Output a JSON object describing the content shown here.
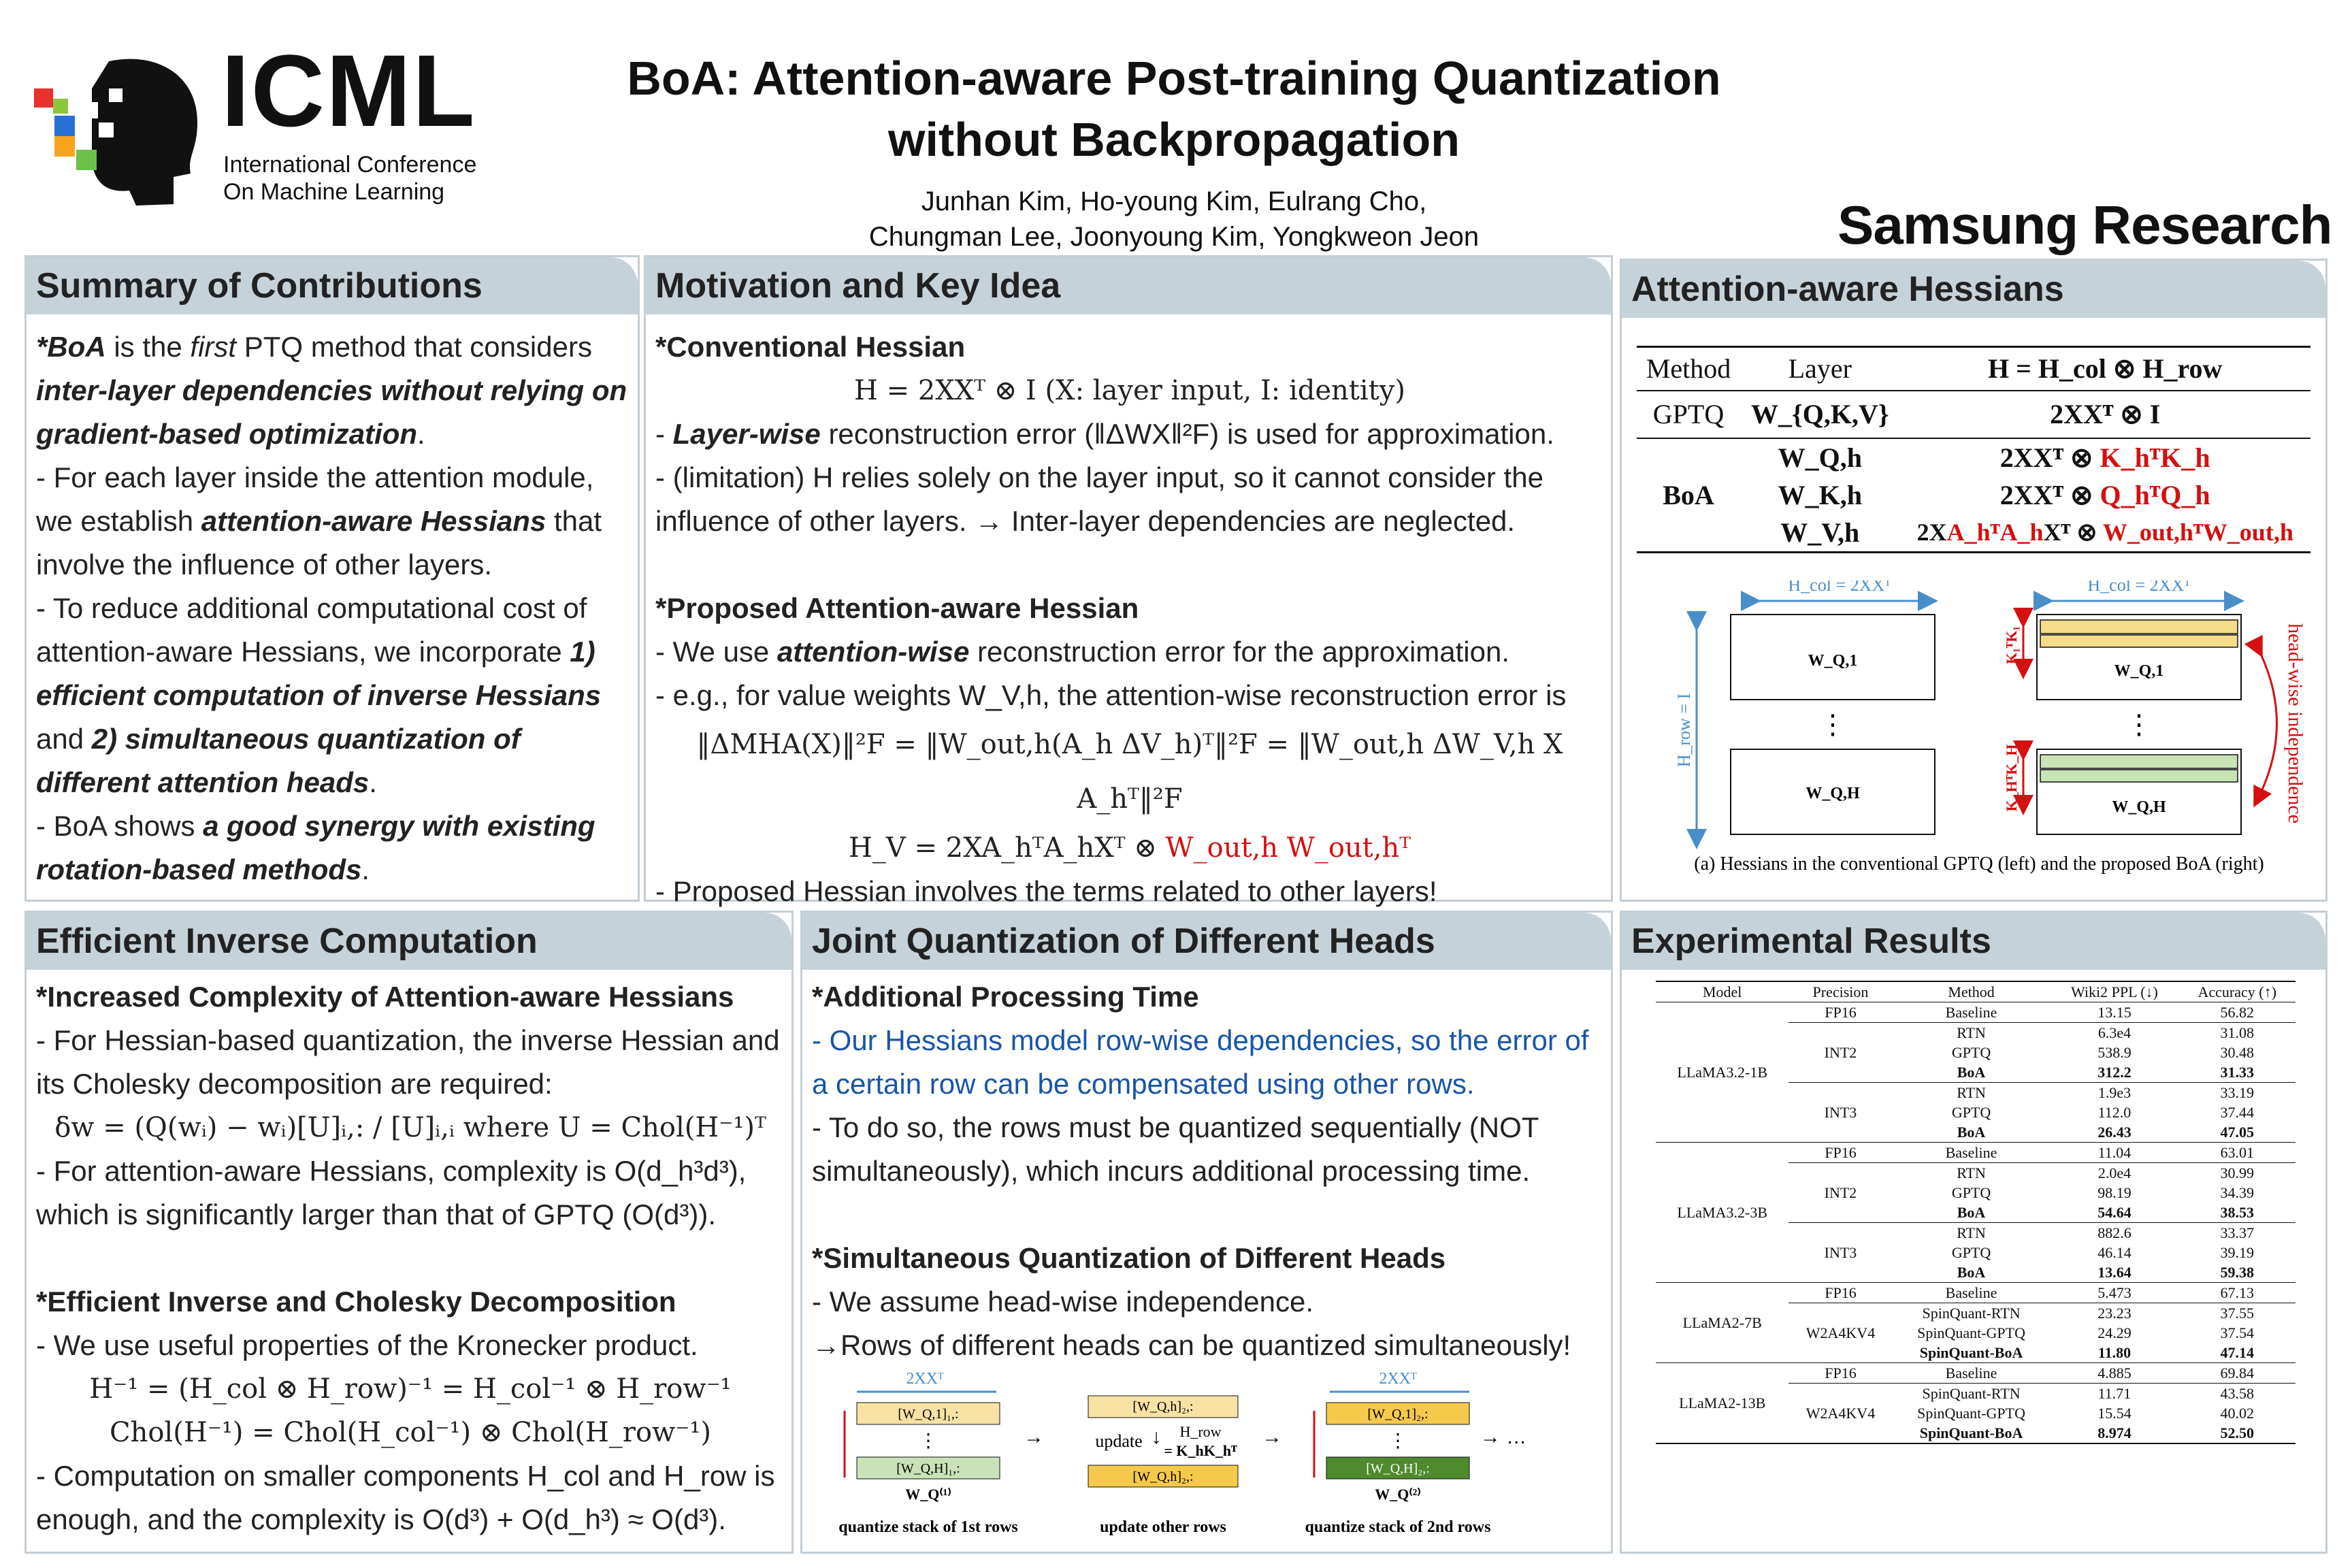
{
  "header": {
    "logo_word": "ICML",
    "logo_sub1": "International Conference",
    "logo_sub2": "On Machine Learning",
    "title_line1": "BoA: Attention-aware Post-training Quantization",
    "title_line2": "without Backpropagation",
    "authors_line1": "Junhan Kim, Ho-young Kim, Eulrang Cho,",
    "authors_line2": "Chungman Lee, Joonyoung Kim, Yongkweon Jeon",
    "affiliation": "Samsung Research"
  },
  "summary": {
    "title": "Summary of Contributions",
    "p1_a": "*BoA",
    "p1_b": " is the ",
    "p1_c": "first",
    "p1_d": " PTQ method that considers ",
    "p1_e": "inter-layer dependencies without relying on gradient-based optimization",
    "p1_f": ".",
    "p2_a": " - For each layer inside the attention module, we establish ",
    "p2_b": "attention-aware Hessians",
    "p2_c": " that involve the influence of other layers.",
    "p3_a": " - To reduce additional computational cost of attention-aware Hessians, we incorporate ",
    "p3_b": "1) efficient computation of inverse Hessians",
    "p3_c": " and ",
    "p3_d": "2) simultaneous quantization of different attention heads",
    "p3_e": ".",
    "p4_a": " - BoA shows ",
    "p4_b": "a good synergy with existing rotation-based methods",
    "p4_c": "."
  },
  "motivation": {
    "title": "Motivation and Key Idea",
    "h1": "*Conventional Hessian",
    "eq1": "H = 2XXᵀ ⊗ I   (X: layer input, I: identity)",
    "l1_a": " - ",
    "l1_b": "Layer-wise",
    "l1_c": " reconstruction error (‖ΔWX‖²F) is used for approximation.",
    "l2": " - (limitation) H relies solely on the layer input, so it cannot consider the influence of other layers. → Inter-layer dependencies are neglected.",
    "h2": "*Proposed Attention-aware Hessian",
    "l3_a": " - We use ",
    "l3_b": "attention-wise",
    "l3_c": " reconstruction error for the approximation.",
    "l4": " - e.g., for value weights W_V,h, the attention-wise reconstruction error is",
    "eq2": "‖ΔMHA(X)‖²F = ‖W_out,h(A_h ΔV_h)ᵀ‖²F = ‖W_out,h ΔW_V,h X A_hᵀ‖²F",
    "eq3_a": "H_V = 2XA_hᵀA_hXᵀ ⊗ ",
    "eq3_b": "W_out,h W_out,hᵀ",
    "l5": " - Proposed Hessian involves the terms related to other layers!"
  },
  "hessians": {
    "title": "Attention-aware Hessians",
    "col_method": "Method",
    "col_layer": "Layer",
    "col_h": "H = H_col ⊗ H_row",
    "gptq": "GPTQ",
    "gptq_layer": "W_{Q,K,V}",
    "gptq_h": "2XXᵀ ⊗ I",
    "boa": "BoA",
    "rows": [
      {
        "layer": "W_Q,h",
        "a": "2XXᵀ ⊗ ",
        "b": "K_hᵀK_h"
      },
      {
        "layer": "W_K,h",
        "a": "2XXᵀ ⊗ ",
        "b": "Q_hᵀQ_h"
      },
      {
        "layer": "W_V,h",
        "a": "2X",
        "b": "A_hᵀA_h",
        "c": "Xᵀ ⊗ ",
        "d": "W_out,hᵀW_out,h"
      }
    ],
    "hcol_label": "H_col = 2XXᵀ",
    "hrow_label": "H_row = I",
    "wq1": "W_Q,1",
    "wqh": "W_Q,H",
    "k1": "K₁ᵀK₁",
    "kh": "K_HᵀK_H",
    "dots": "⋮",
    "headwise": "head-wise independence",
    "caption": "(a) Hessians in the conventional GPTQ (left) and the proposed BoA (right)"
  },
  "inverse": {
    "title": "Efficient Inverse Computation",
    "h1": "*Increased Complexity of Attention-aware Hessians",
    "l1": " - For Hessian-based quantization, the inverse Hessian and its Cholesky decomposition are required:",
    "eq1": "δw = (Q(wᵢ) − wᵢ)[U]ᵢ,: / [U]ᵢ,ᵢ  where  U = Chol(H⁻¹)ᵀ",
    "l2": " - For attention-aware Hessians, complexity is O(d_h³d³), which is significantly larger than that of GPTQ (O(d³)).",
    "h2": "*Efficient Inverse and Cholesky Decomposition",
    "l3": " - We use useful properties of the Kronecker product.",
    "eq2": "H⁻¹ = (H_col ⊗ H_row)⁻¹ = H_col⁻¹ ⊗ H_row⁻¹",
    "eq3": "Chol(H⁻¹) = Chol(H_col⁻¹) ⊗ Chol(H_row⁻¹)",
    "l4": " - Computation on smaller components H_col and H_row is enough, and the complexity is O(d³) + O(d_h³) ≈ O(d³)."
  },
  "joint": {
    "title": "Joint Quantization of Different Heads",
    "h1": "*Additional Processing Time",
    "l1": " - Our Hessians model row-wise dependencies, so the error of a certain row can be compensated using other rows.",
    "l2": " - To do so, the rows must be quantized sequentially (NOT simultaneously), which incurs additional processing time.",
    "h2": "*Simultaneous Quantization of Different Heads",
    "l3": " - We assume head-wise independence.",
    "l4": "→Rows of different heads can be quantized simultaneously!",
    "fig_2xx": "2XXᵀ",
    "fig_w1": "[W_Q,1]₁,:",
    "fig_wh": "[W_Q,H]₁,:",
    "fig_wq1": "W_Q⁽¹⁾",
    "fig_wq2": "W_Q⁽²⁾",
    "fig_update": "update",
    "fig_hrow": "H_row",
    "fig_khkh": "= K_hK_hᵀ",
    "fig_w1b": "[W_Q,h]₂,:",
    "fig_w1c": "[W_Q,1]₂,:",
    "fig_whc": "[W_Q,H]₂,:",
    "cap1": "quantize stack of 1st rows",
    "cap2": "update other rows",
    "cap3": "quantize stack of 2nd rows",
    "dots": "⋮",
    "ell": "→ …"
  },
  "results": {
    "title": "Experimental Results",
    "headers": [
      "Model",
      "Precision",
      "Method",
      "Wiki2 PPL (↓)",
      "Accuracy (↑)"
    ],
    "groups": [
      {
        "model": "LLaMA3.2-1B",
        "blocks": [
          {
            "precision": "FP16",
            "rows": [
              [
                "Baseline",
                "13.15",
                "56.82"
              ]
            ]
          },
          {
            "precision": "INT2",
            "rows": [
              [
                "RTN",
                "6.3e4",
                "31.08"
              ],
              [
                "GPTQ",
                "538.9",
                "30.48"
              ],
              [
                "BoA",
                "312.2",
                "31.33"
              ]
            ]
          },
          {
            "precision": "INT3",
            "rows": [
              [
                "RTN",
                "1.9e3",
                "33.19"
              ],
              [
                "GPTQ",
                "112.0",
                "37.44"
              ],
              [
                "BoA",
                "26.43",
                "47.05"
              ]
            ]
          }
        ]
      },
      {
        "model": "LLaMA3.2-3B",
        "blocks": [
          {
            "precision": "FP16",
            "rows": [
              [
                "Baseline",
                "11.04",
                "63.01"
              ]
            ]
          },
          {
            "precision": "INT2",
            "rows": [
              [
                "RTN",
                "2.0e4",
                "30.99"
              ],
              [
                "GPTQ",
                "98.19",
                "34.39"
              ],
              [
                "BoA",
                "54.64",
                "38.53"
              ]
            ]
          },
          {
            "precision": "INT3",
            "rows": [
              [
                "RTN",
                "882.6",
                "33.37"
              ],
              [
                "GPTQ",
                "46.14",
                "39.19"
              ],
              [
                "BoA",
                "13.64",
                "59.38"
              ]
            ]
          }
        ]
      },
      {
        "model": "LLaMA2-7B",
        "blocks": [
          {
            "precision": "FP16",
            "rows": [
              [
                "Baseline",
                "5.473",
                "67.13"
              ]
            ]
          },
          {
            "precision": "W2A4KV4",
            "rows": [
              [
                "SpinQuant-RTN",
                "23.23",
                "37.55"
              ],
              [
                "SpinQuant-GPTQ",
                "24.29",
                "37.54"
              ],
              [
                "SpinQuant-BoA",
                "11.80",
                "47.14"
              ]
            ]
          }
        ]
      },
      {
        "model": "LLaMA2-13B",
        "blocks": [
          {
            "precision": "FP16",
            "rows": [
              [
                "Baseline",
                "4.885",
                "69.84"
              ]
            ]
          },
          {
            "precision": "W2A4KV4",
            "rows": [
              [
                "SpinQuant-RTN",
                "11.71",
                "43.58"
              ],
              [
                "SpinQuant-GPTQ",
                "15.54",
                "40.02"
              ],
              [
                "SpinQuant-BoA",
                "8.974",
                "52.50"
              ]
            ]
          }
        ]
      }
    ]
  },
  "colors": {
    "panel_header": "#c6d2da",
    "accent_red": "#d41010",
    "accent_blue": "#1a55a6"
  }
}
